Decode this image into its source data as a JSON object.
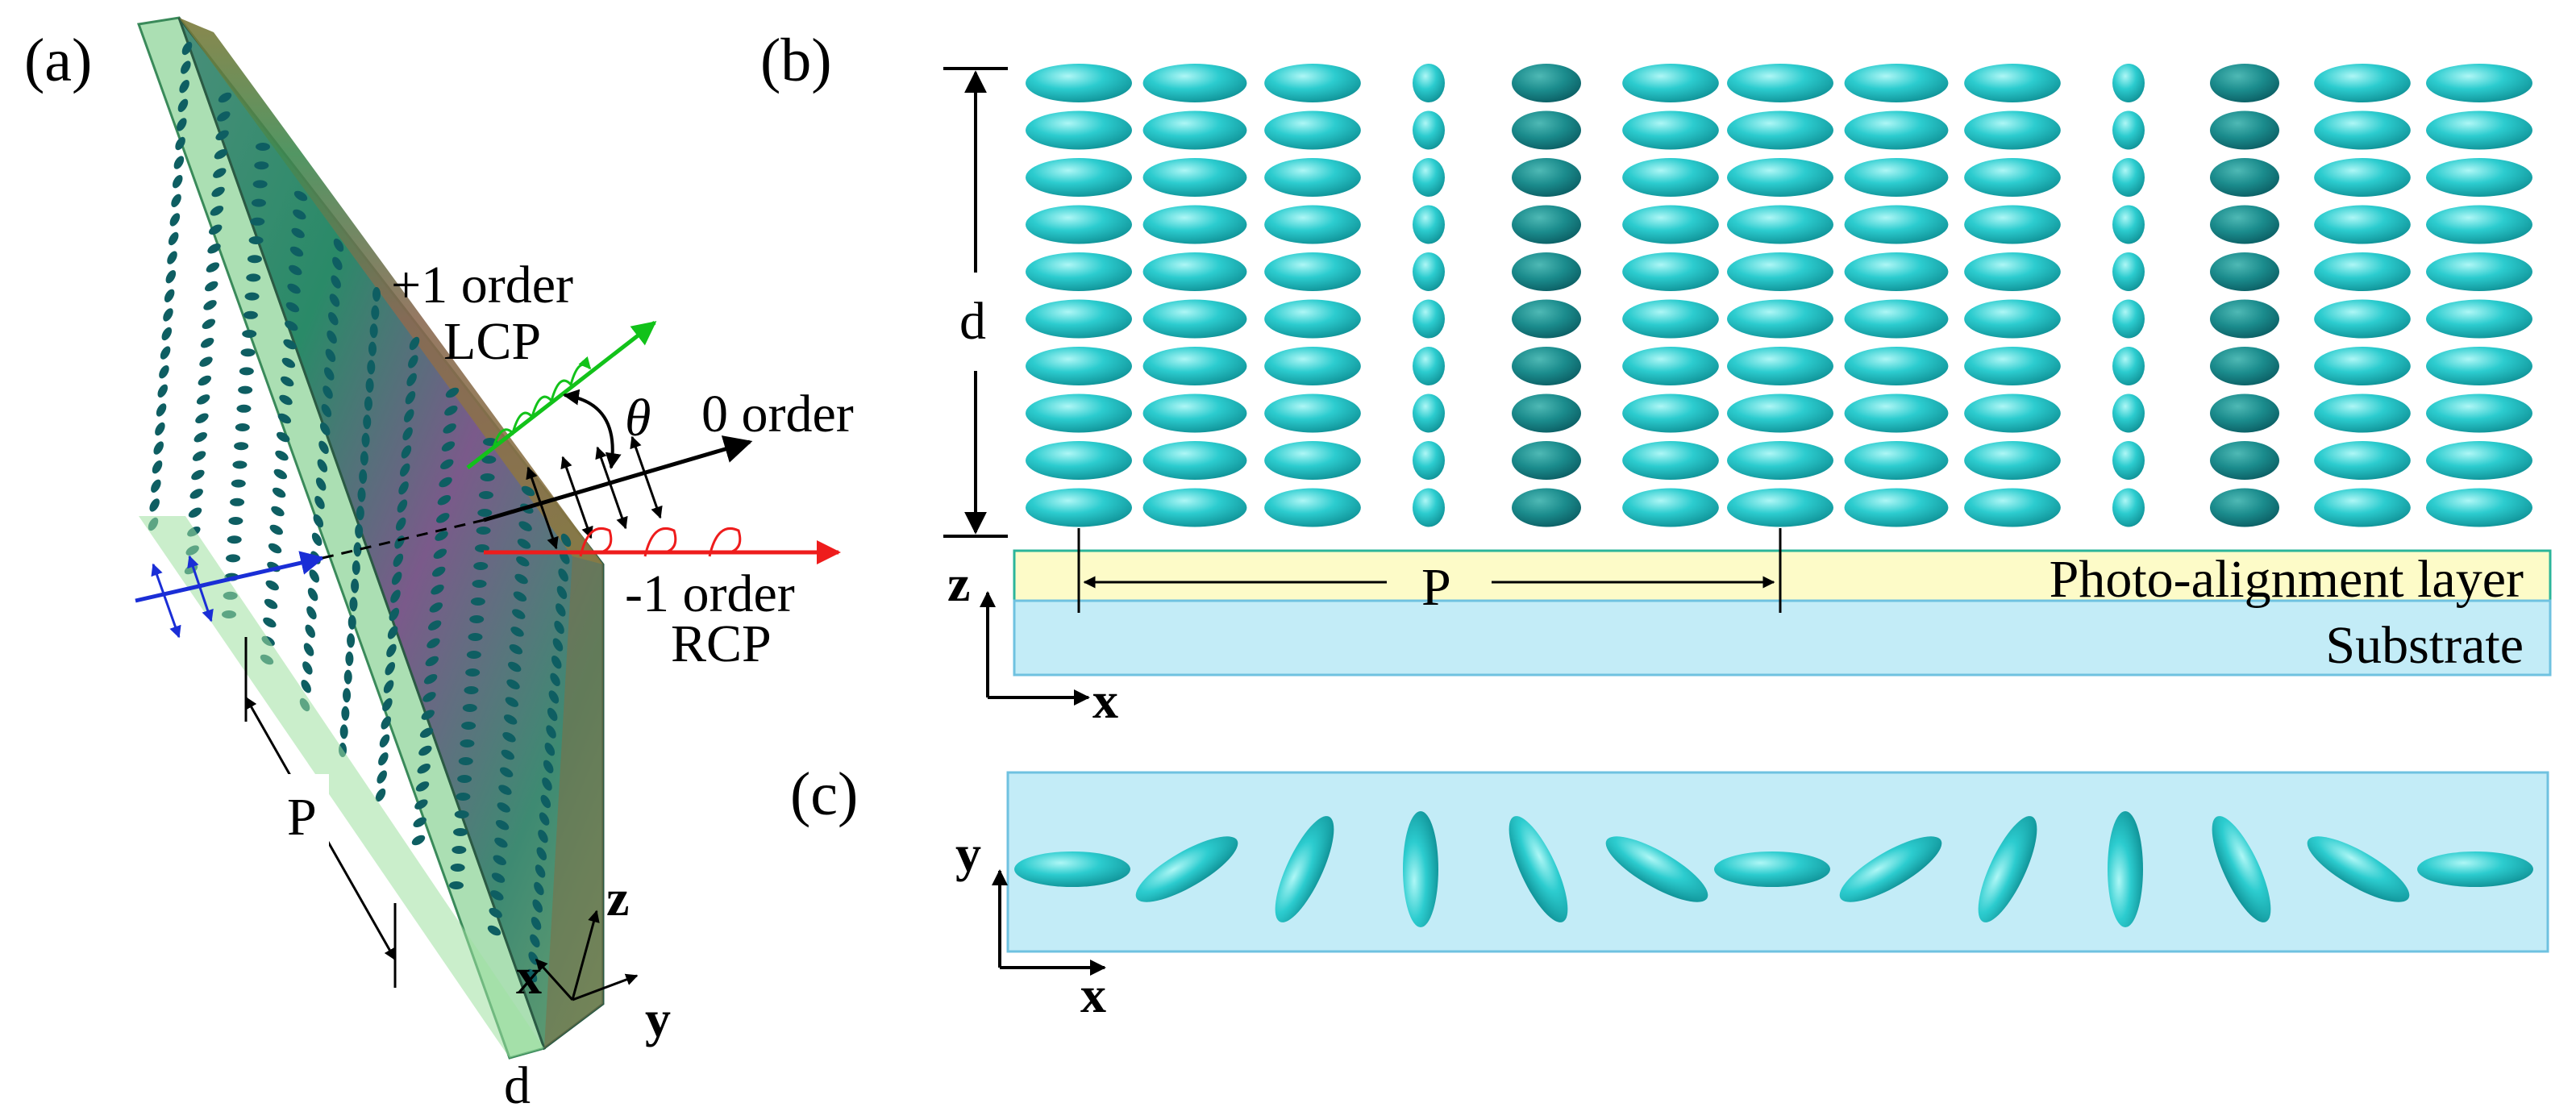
{
  "panels": {
    "a": {
      "label": "(a)",
      "plus_order": "+1 order",
      "plus_pol": "LCP",
      "zero_order": "0 order",
      "minus_order": "-1 order",
      "minus_pol": "RCP",
      "theta": "θ",
      "period": "P",
      "thickness": "d",
      "axis_x": "x",
      "axis_y": "y",
      "axis_z": "z"
    },
    "b": {
      "label": "(b)",
      "thickness": "d",
      "period": "P",
      "alignment_layer": "Photo-alignment layer",
      "substrate": "Substrate",
      "axis_z": "z",
      "axis_x": "x"
    },
    "c": {
      "label": "(c)",
      "axis_y": "y",
      "axis_x": "x"
    }
  },
  "colors": {
    "lc": "#22c3c6",
    "lc_dark": "#0f8a8f",
    "alignment_layer": "#fdfbc8",
    "substrate": "#c3ecf7",
    "plus_ray": "#12c21a",
    "minus_ray": "#ee1c1c",
    "input_ray": "#1a2ed6"
  }
}
